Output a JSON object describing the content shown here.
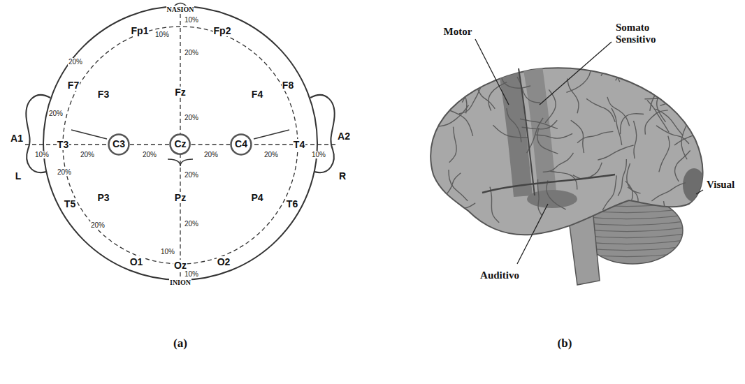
{
  "diagram": {
    "nodes": [
      {
        "text": [
          "C3"
        ]
      },
      {
        "text": [
          "Cz"
        ]
      },
      {
        "text": [
          "C4"
        ]
      }
    ],
    "edges": [
      {
        "from": 0,
        "to": 1,
        "arrow": "none"
      },
      {
        "from": 1,
        "to": 2,
        "arrow": "none"
      }
    ],
    "labels": [
      "NASION",
      "10%",
      "Fp1",
      "10%",
      "Fp2",
      "20%",
      "20%",
      "F7",
      "F3",
      "Fz",
      "F4",
      "F8",
      "20%",
      "20%",
      "A1",
      "T3",
      "10%",
      "20%",
      "20%",
      "20%",
      "20%",
      "T4",
      "10%",
      "A2",
      "L",
      "20%",
      "R",
      "20%",
      "T5",
      "P3",
      "Pz",
      "P4",
      "T6",
      "20%",
      "20%",
      "10%",
      "O1",
      "Oz",
      "O2",
      "10%",
      "INION",
      "Motor",
      "Somato Sensitivo",
      "Visual",
      "Auditivo",
      "(a)",
      "(b)"
    ]
  }
}
